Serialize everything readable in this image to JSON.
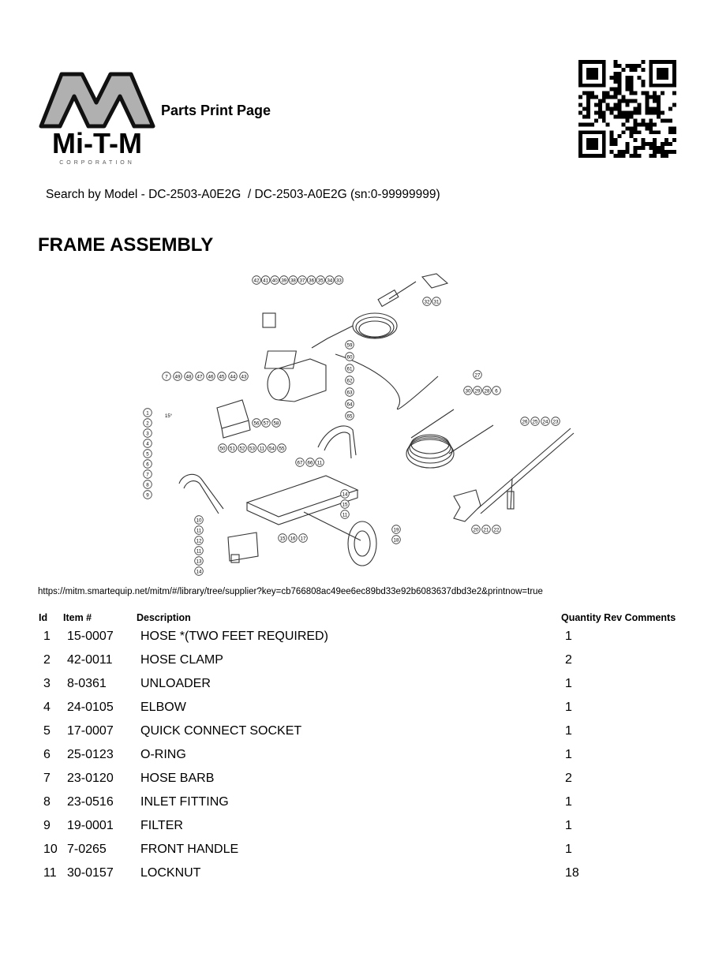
{
  "header": {
    "logo_text": "Mi-T-M",
    "logo_subtext": "CORPORATION",
    "page_title": "Parts Print Page"
  },
  "search_line": "Search by Model - DC-2503-A0E2G  / DC-2503-A0E2G (sn:0-99999999)",
  "section_title": "FRAME ASSEMBLY",
  "diagram": {
    "callouts_top": [
      "42",
      "41",
      "40",
      "39",
      "38",
      "37",
      "36",
      "35",
      "34",
      "33"
    ],
    "callouts_cord": [
      "32",
      "31"
    ],
    "callouts_motor": [
      "59",
      "60",
      "61",
      "62",
      "63",
      "64",
      "65"
    ],
    "callouts_pump": [
      "7",
      "49",
      "48",
      "47",
      "46",
      "45",
      "44",
      "43"
    ],
    "callouts_left": [
      "1",
      "2",
      "3",
      "4",
      "5",
      "6",
      "7",
      "8",
      "9"
    ],
    "callouts_mid": [
      "50",
      "51",
      "52",
      "53",
      "11",
      "54",
      "55"
    ],
    "callouts_frame": [
      "56",
      "57",
      "58",
      "67",
      "66",
      "11",
      "14",
      "15",
      "11"
    ],
    "callouts_bottom_left": [
      "10",
      "11",
      "12",
      "11",
      "13",
      "14"
    ],
    "callouts_axle": [
      "15",
      "16",
      "17",
      "19",
      "18"
    ],
    "callouts_hose": [
      "27",
      "30",
      "29",
      "28",
      "6"
    ],
    "callouts_wand": [
      "26",
      "25",
      "24",
      "23"
    ],
    "callouts_gun": [
      "20",
      "21",
      "22"
    ],
    "angle_label": "15°"
  },
  "url": "https://mitm.smartequip.net/mitm/#/library/tree/supplier?key=cb766808ac49ee6ec89bd33e92b6083637dbd3e2&printnow=true",
  "table": {
    "headers": {
      "id": "Id",
      "item": "Item #",
      "desc": "Description",
      "qty_rev_comments": "Quantity Rev Comments"
    },
    "rows": [
      {
        "id": "1",
        "item": "15-0007",
        "desc": "HOSE *(TWO FEET REQUIRED)",
        "qty": "1"
      },
      {
        "id": "2",
        "item": "42-0011",
        "desc": "HOSE CLAMP",
        "qty": "2"
      },
      {
        "id": "3",
        "item": "8-0361",
        "desc": "UNLOADER",
        "qty": "1"
      },
      {
        "id": "4",
        "item": "24-0105",
        "desc": "ELBOW",
        "qty": "1"
      },
      {
        "id": "5",
        "item": "17-0007",
        "desc": "QUICK CONNECT SOCKET",
        "qty": "1"
      },
      {
        "id": "6",
        "item": "25-0123",
        "desc": "O-RING",
        "qty": "1"
      },
      {
        "id": "7",
        "item": "23-0120",
        "desc": "HOSE BARB",
        "qty": "2"
      },
      {
        "id": "8",
        "item": "23-0516",
        "desc": "INLET FITTING",
        "qty": "1"
      },
      {
        "id": "9",
        "item": "19-0001",
        "desc": "FILTER",
        "qty": "1"
      },
      {
        "id": "10",
        "item": "7-0265",
        "desc": "FRONT HANDLE",
        "qty": "1"
      },
      {
        "id": "11",
        "item": "30-0157",
        "desc": "LOCKNUT",
        "qty": "18"
      }
    ]
  }
}
